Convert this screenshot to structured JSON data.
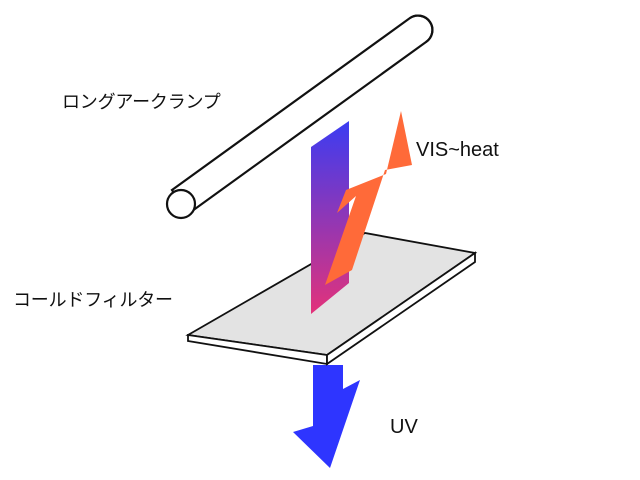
{
  "labels": {
    "lamp": "ロングアークランプ",
    "filter": "コールドフィルター",
    "vis_heat": "VIS~heat",
    "uv": "UV"
  },
  "colors": {
    "lamp_stroke": "#111111",
    "lamp_fill": "#ffffff",
    "filter_top": "#e3e3e3",
    "filter_stroke": "#111111",
    "incoming_top": "#3b3cf2",
    "incoming_bottom": "#e3327a",
    "reflected": "#ff6a39",
    "uv_arrow": "#2e35ff"
  }
}
